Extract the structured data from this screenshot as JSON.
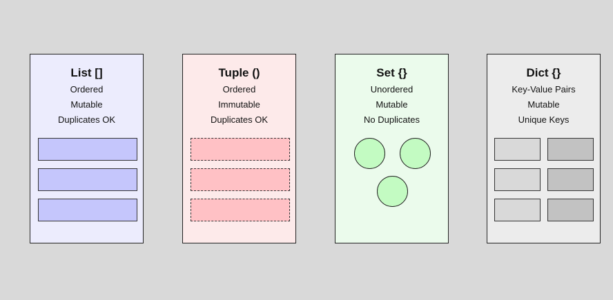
{
  "cards": [
    {
      "title": "List []",
      "props": [
        "Ordered",
        "Mutable",
        "Duplicates OK"
      ]
    },
    {
      "title": "Tuple ()",
      "props": [
        "Ordered",
        "Immutable",
        "Duplicates OK"
      ]
    },
    {
      "title": "Set {}",
      "props": [
        "Unordered",
        "Mutable",
        "No Duplicates"
      ]
    },
    {
      "title": "Dict {}",
      "props": [
        "Key-Value Pairs",
        "Mutable",
        "Unique Keys"
      ]
    }
  ],
  "colors": {
    "background": "#d9d9d9",
    "list_fill": "#ececfd",
    "list_item": "#c5c6fc",
    "tuple_fill": "#fdeaea",
    "tuple_item": "#ffc1c5",
    "set_fill": "#ebfbec",
    "set_item": "#c3fbc2",
    "dict_fill": "#ececec",
    "dict_key": "#d9d9d9",
    "dict_value": "#c2c2c2"
  }
}
